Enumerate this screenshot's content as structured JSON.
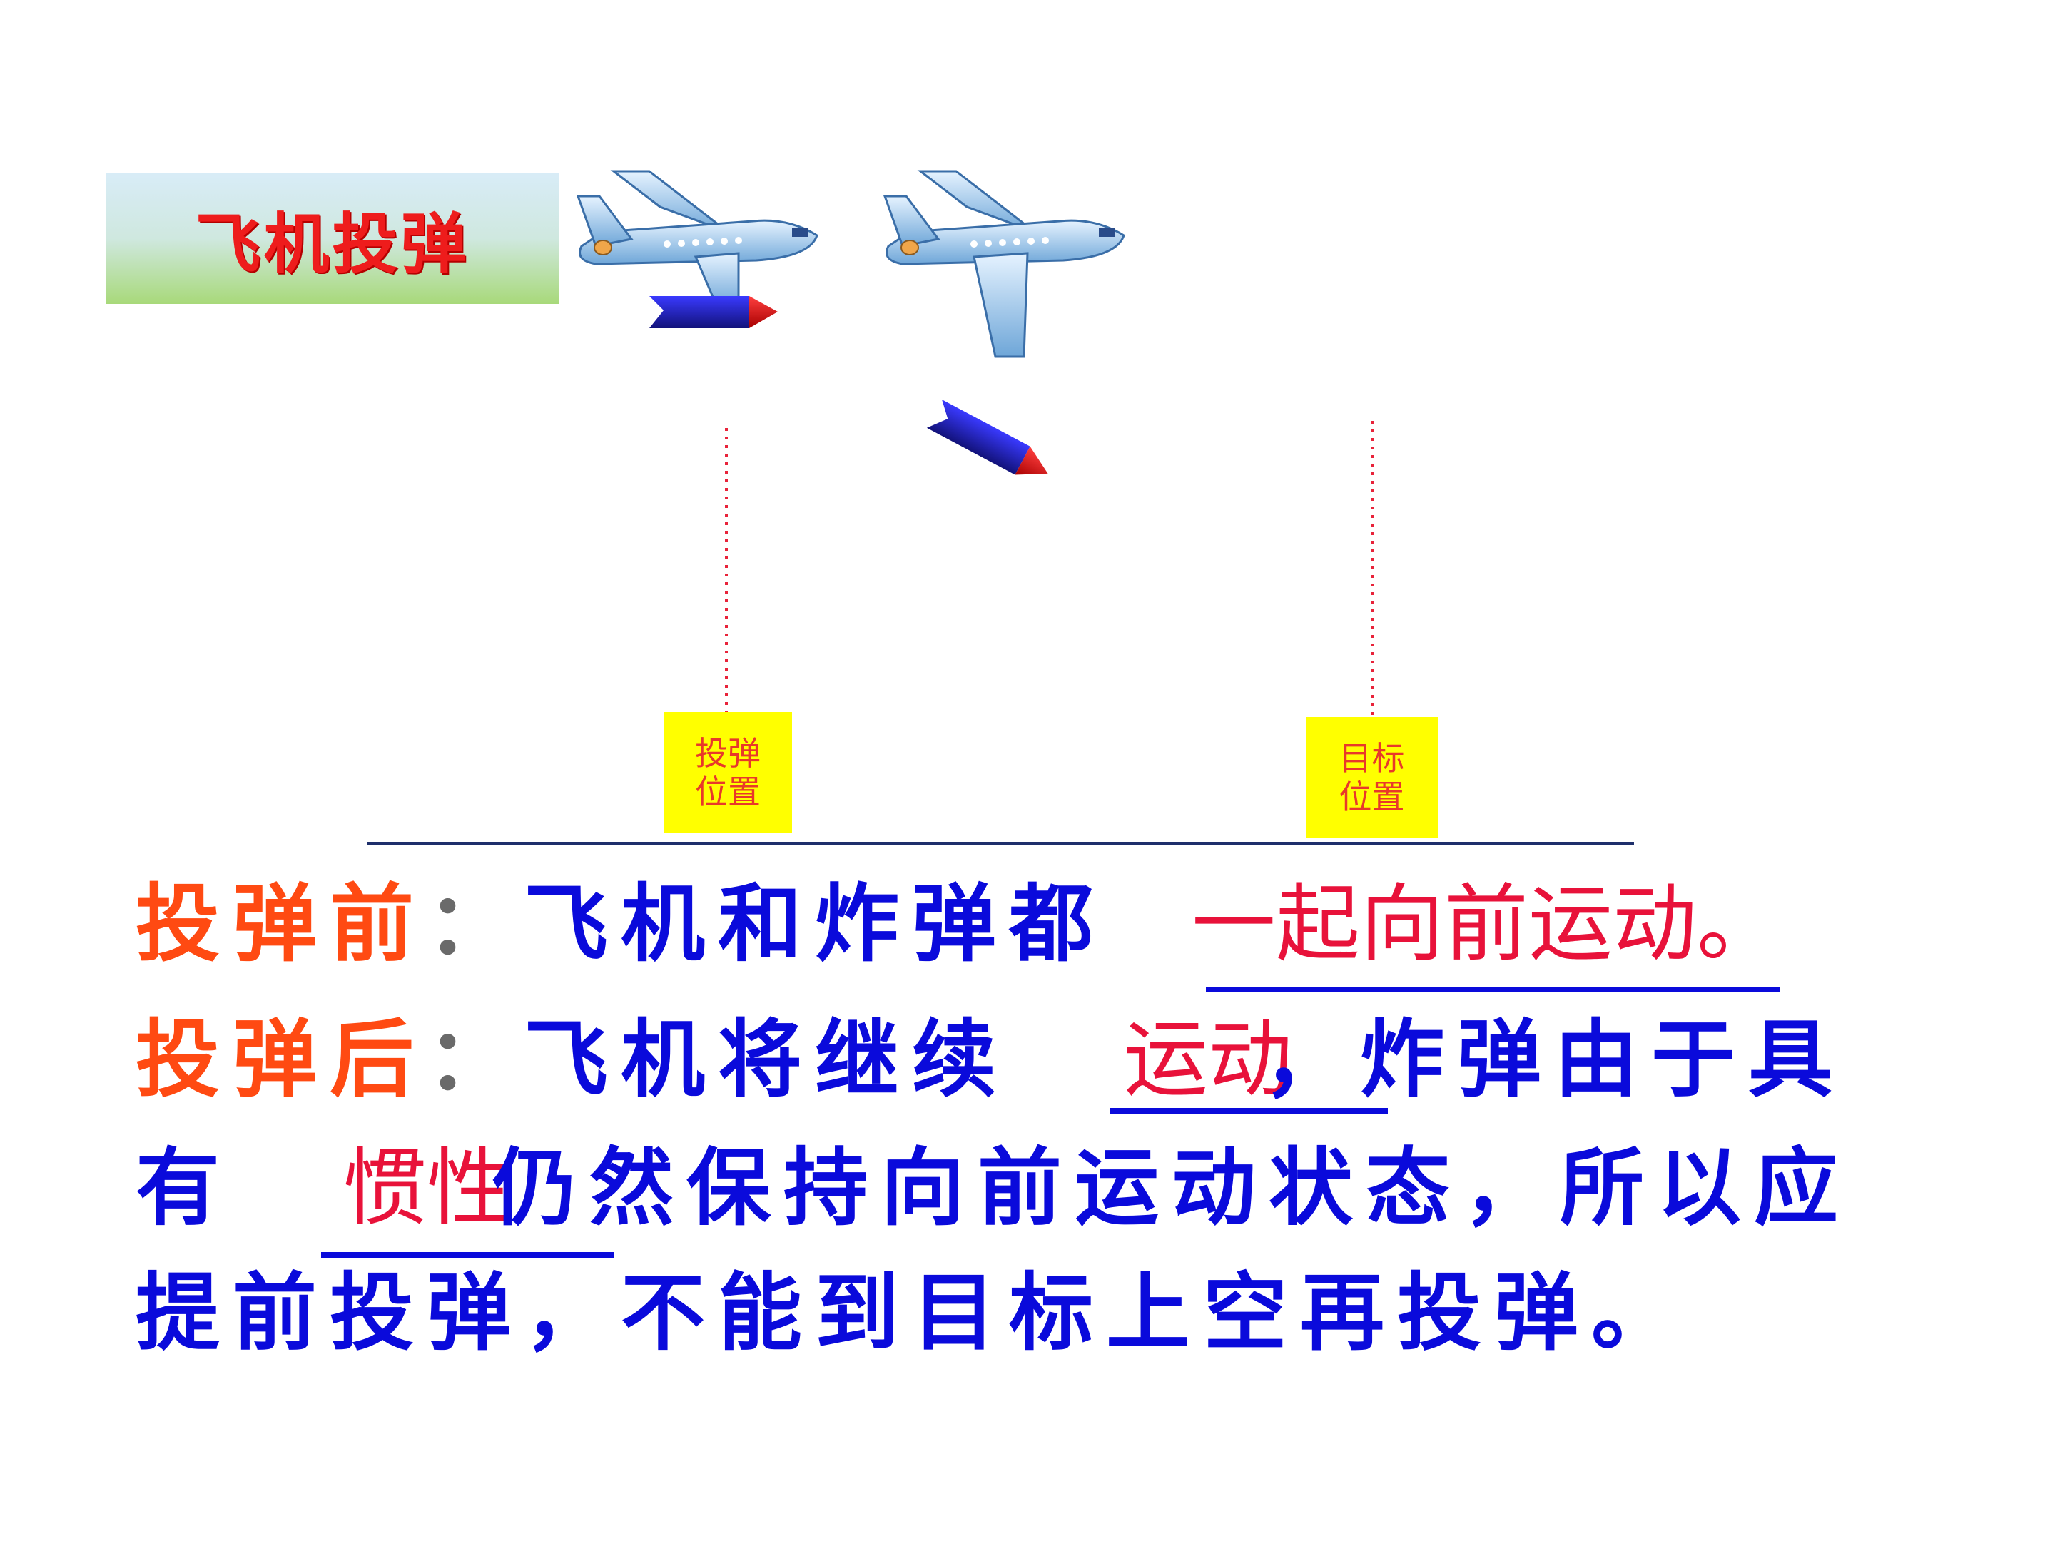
{
  "title": "飞机投弹",
  "labels": {
    "drop_position": [
      "投弹",
      "位置"
    ],
    "target_position": [
      "目标",
      "位置"
    ]
  },
  "lines": {
    "l1_head": "投弹前",
    "l1_colon": "：",
    "l1_text": "飞机和炸弹都",
    "l1_fill": "一起向前运动。",
    "l2_head": "投弹后",
    "l2_colon": "：",
    "l2_text_a": "飞机将继续",
    "l2_fill": "运动",
    "l2_text_b": "，炸弹由于具",
    "l3_text_a": "有",
    "l3_fill": "惯性",
    "l3_text_b": "仍然保持向前运动状态，所以应",
    "l4_text": "提前投弹，不能到目标上空再投弹。"
  },
  "colors": {
    "title_red": "#ee1c1c",
    "heading_orange": "#ff4a12",
    "body_blue": "#0a0adb",
    "answer_red": "#e8123a",
    "label_yellow": "#ffff00"
  }
}
